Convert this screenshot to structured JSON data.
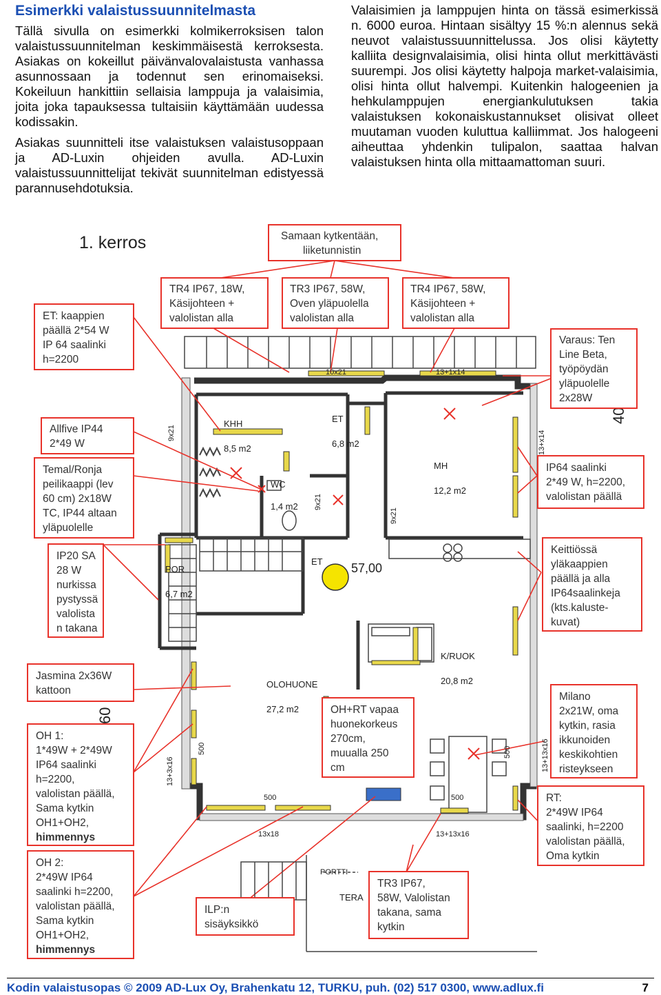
{
  "heading": "Esimerkki valaistussuunnitelmasta",
  "left_paragraphs": [
    "Tällä sivulla on esimerkki kolmikerroksisen talon valaistussuunnitelman keskimmäisestä kerroksesta. Asiakas on kokeillut päivänvalovalaistusta vanhassa asunnossaan ja todennut sen erinomaiseksi. Kokeiluun hankittiin sellaisia lamppuja ja valaisimia, joita joka tapauksessa tultaisiin käyttämään uudessa kodissakin.",
    "Asiakas suunnitteli itse valaistuksen valaistusoppaan ja AD-Luxin ohjeiden avulla. AD-Luxin valaistussuunnittelijat tekivät suunnitelman edistyessä parannusehdotuksia."
  ],
  "right_paragraph": "Valaisimien ja lamppujen hinta on tässä esimerkissä n. 6000 euroa. Hintaan sisältyy 15 %:n alennus sekä neuvot valaistussuunnittelussa. Jos olisi käytetty kalliita designvalaisimia, olisi hinta ollut merkittävästi suurempi. Jos olisi käytetty halpoja market-valaisimia, olisi hinta ollut halvempi. Kuitenkin halogeenien ja hehkulamppujen energiankulutuksen takia valaistuksen kokonaiskustannukset olisivat olleet muutaman vuoden kuluttua kalliimmat. Jos halogeeni aiheuttaa yhdenkin tulipalon, saattaa halvan valaistuksen hinta olla mittaamattoman suuri.",
  "plan": {
    "floor_title": "1. kerros",
    "rooms": [
      {
        "name": "KHH",
        "area": "8,5 m2"
      },
      {
        "name": "ET",
        "area": "6,8 m2"
      },
      {
        "name": "MH",
        "area": "12,2 m2"
      },
      {
        "name": "WC",
        "area": "1,4 m2"
      },
      {
        "name": "POR",
        "area": "6,7 m2"
      },
      {
        "name": "K/RUOK",
        "area": "20,8 m2"
      },
      {
        "name": "OLOHUONE",
        "area": "27,2 m2"
      }
    ],
    "labels": {
      "et_lamp": "ET",
      "height": "57,00",
      "porti": "PORTTI",
      "tera": "TERA",
      "dim_500_a": "500",
      "dim_500_b": "500",
      "dim_500_c": "500",
      "dim_500_d": "500",
      "dim_13x18": "13x18",
      "dim_13x13x16": "13+13x16",
      "dim_13x3x16": "13+3x16",
      "dim_9x21_a": "9x21",
      "dim_9x21_b": "9x21",
      "dim_9x21_c": "9x21",
      "dim_13x14": "13+x14",
      "dim_60": "60",
      "dim_40": "40",
      "dim_10x21": "10x21",
      "dim_13x1x14": "13+1x14"
    },
    "callouts": [
      {
        "id": "samaan",
        "lines": [
          "Samaan kytkentään,",
          "liiketunnistin"
        ]
      },
      {
        "id": "tr4a",
        "lines": [
          "TR4 IP67, 18W,",
          "Käsijohteen +",
          "valolistan alla"
        ]
      },
      {
        "id": "tr3",
        "lines": [
          "TR3 IP67, 58W,",
          "Oven yläpuolella",
          "valolistan alla"
        ]
      },
      {
        "id": "tr4b",
        "lines": [
          "TR4 IP67, 58W,",
          "Käsijohteen +",
          "valolistan alla"
        ]
      },
      {
        "id": "et",
        "lines": [
          "ET: kaappien",
          "päällä 2*54 W",
          "IP 64 saalinki",
          "h=2200"
        ]
      },
      {
        "id": "varaus",
        "lines": [
          "Varaus: Ten",
          "Line Beta,",
          "työpöydän",
          "yläpuolelle",
          "2x28W"
        ]
      },
      {
        "id": "allfive",
        "lines": [
          "Allfive IP44",
          "2*49 W"
        ]
      },
      {
        "id": "ip64",
        "lines": [
          "IP64 saalinki",
          "2*49 W, h=2200,",
          "valolistan päällä"
        ]
      },
      {
        "id": "temal",
        "lines": [
          "Temal/Ronja",
          "peilikaappi (lev",
          "60 cm) 2x18W",
          "TC, IP44 altaan",
          "yläpuolelle"
        ]
      },
      {
        "id": "keittio",
        "lines": [
          "Keittiössä",
          "yläkaappien",
          "päällä ja alla",
          "IP64saalinkeja",
          "(kts.kaluste-",
          "kuvat)"
        ]
      },
      {
        "id": "ip20",
        "lines": [
          "IP20 SA",
          "28 W",
          "nurkissa",
          "pystyssä",
          "valolista",
          "n takana"
        ]
      },
      {
        "id": "jasmina",
        "lines": [
          "Jasmina 2x36W",
          "kattoon"
        ]
      },
      {
        "id": "ohrt",
        "lines": [
          "OH+RT vapaa",
          "huonekorkeus",
          "270cm,",
          "muualla 250",
          "cm"
        ]
      },
      {
        "id": "milano",
        "lines": [
          "Milano",
          "2x21W, oma",
          "kytkin, rasia",
          "ikkunoiden",
          "keskikohtien",
          "risteykseen"
        ]
      },
      {
        "id": "oh1",
        "lines": [
          "OH 1:",
          "1*49W + 2*49W",
          "IP64 saalinki",
          "h=2200,",
          "valolistan päällä,",
          "Sama kytkin",
          "OH1+OH2,",
          "himmennys"
        ]
      },
      {
        "id": "rt",
        "lines": [
          "RT:",
          "2*49W IP64",
          "saalinki, h=2200",
          "valolistan päällä,",
          "Oma kytkin"
        ]
      },
      {
        "id": "oh2",
        "lines": [
          "OH 2:",
          "2*49W IP64",
          "saalinki h=2200,",
          "valolistan päällä,",
          "Sama kytkin",
          "OH1+OH2,",
          "himmennys"
        ]
      },
      {
        "id": "ilp",
        "lines": [
          "ILP:n",
          "sisäyksikkö"
        ]
      },
      {
        "id": "tr3b",
        "lines": [
          "TR3 IP67,",
          "58W, Valolistan",
          "takana, sama",
          "kytkin"
        ]
      }
    ]
  },
  "footer": {
    "text": "Kodin valaistusopas © 2009 AD-Lux Oy, Brahenkatu 12, TURKU, puh. (02) 517 0300, www.adlux.fi",
    "page": "7"
  },
  "colors": {
    "heading": "#1b4fb3",
    "callout_border": "#e8322a",
    "lamp": "#f5e400",
    "bar": "#e8d84a",
    "wall": "#333333"
  }
}
